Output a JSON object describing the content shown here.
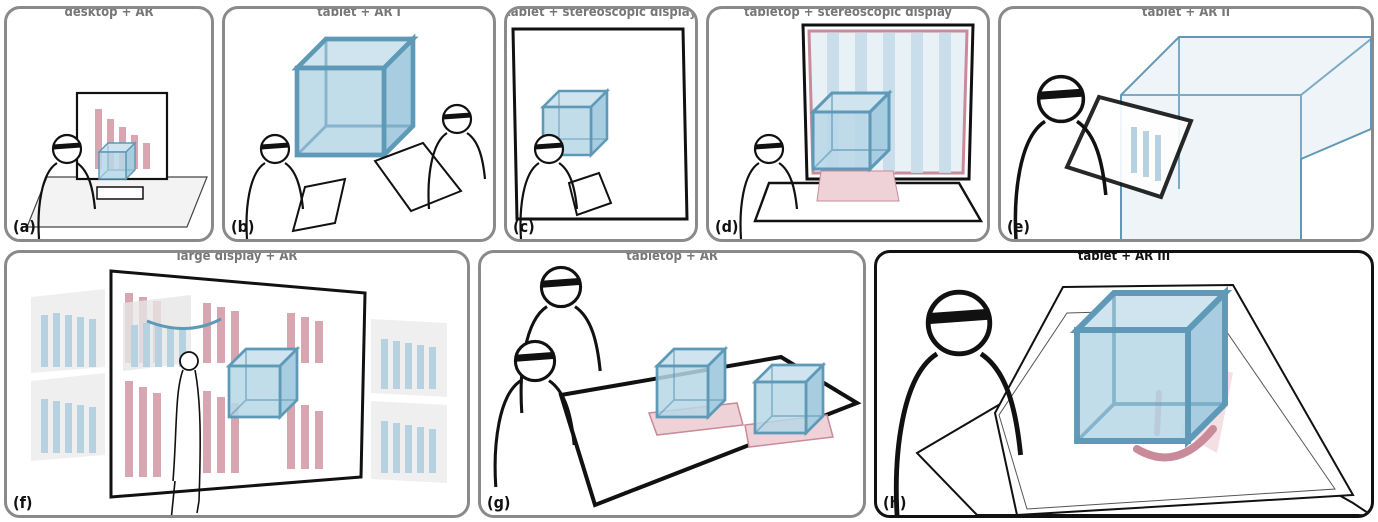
{
  "colors": {
    "frame_regular": "#8a8a8a",
    "frame_emphasis": "#111111",
    "cube_fill": "#b7d7e6",
    "cube_stroke": "#5e99b7",
    "bar_red": "#d7a6b1",
    "bar_blue": "#b6d2e1",
    "line": "#222222"
  },
  "panels": [
    {
      "title": "desktop + AR",
      "label": "(a)"
    },
    {
      "title": "tablet + AR I",
      "label": "(b)"
    },
    {
      "title": "tablet + stereoscopic display",
      "label": "(c)"
    },
    {
      "title": "tabletop + stereoscopic display",
      "label": "(d)"
    },
    {
      "title": "tablet + AR II",
      "label": "(e)"
    },
    {
      "title": "large display + AR",
      "label": "(f)"
    },
    {
      "title": "tabletop + AR",
      "label": "(g)"
    },
    {
      "title": "tablet + AR III",
      "label": "(h)"
    }
  ]
}
